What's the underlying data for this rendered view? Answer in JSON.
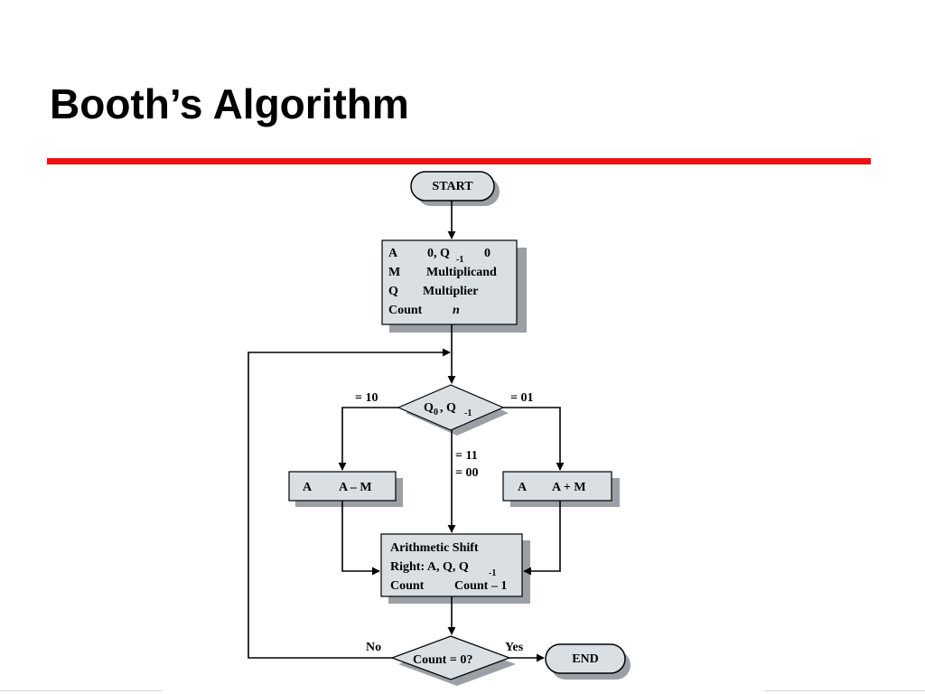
{
  "slide": {
    "title": "Booth’s Algorithm",
    "accent_color": "#ee1111"
  },
  "diagram": {
    "box_fill": "#d9dfe3",
    "shadow_fill": "#9aa0a6",
    "start_label": "START",
    "end_label": "END",
    "init": {
      "line1_a": "A",
      "line1_b": "0, Q",
      "line1_sub": "-1",
      "line1_c": "0",
      "line2_a": "M",
      "line2_b": "Multiplicand",
      "line3_a": "Q",
      "line3_b": "Multiplier",
      "line4_a": "Count",
      "line4_b": "n"
    },
    "decision": {
      "q0": "Q",
      "q0_sub": "0",
      "sep": ", Q",
      "q1_sub": "-1"
    },
    "branch_left": "= 10",
    "branch_right": "= 01",
    "branch_mid_1": "= 11",
    "branch_mid_2": "= 00",
    "sub_box": {
      "left": "A",
      "right": "A – M"
    },
    "add_box": {
      "left": "A",
      "right": "A + M"
    },
    "shift": {
      "line1": "Arithmetic Shift",
      "line2": "Right: A, Q, Q",
      "line2_sub": "-1",
      "line3_a": "Count",
      "line3_b": "Count – 1"
    },
    "count_check": "Count = 0?",
    "no_label": "No",
    "yes_label": "Yes"
  }
}
